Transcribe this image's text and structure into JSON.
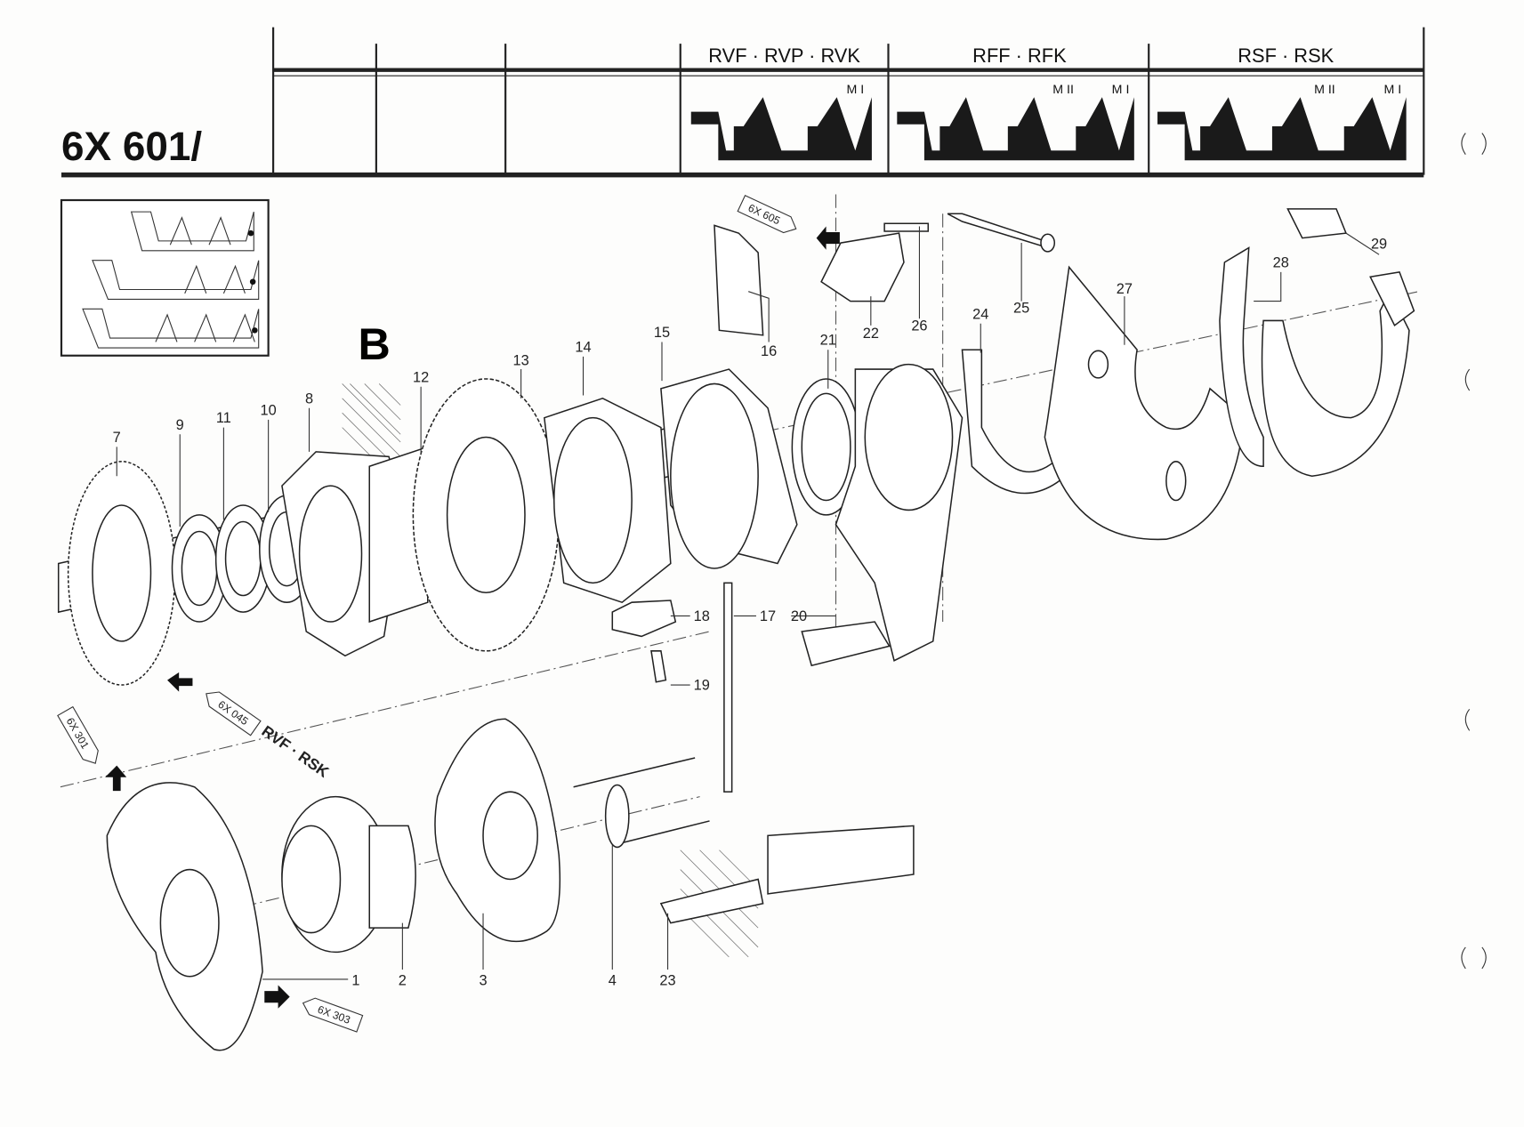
{
  "header": {
    "title": "6X 601/",
    "columns": [
      {
        "label": "RVF · RVP · RVK",
        "variants": [
          "M I"
        ]
      },
      {
        "label": "RFF · RFK",
        "variants": [
          "M II",
          "M I"
        ]
      },
      {
        "label": "RSF · RSK",
        "variants": [
          "M II",
          "M I"
        ]
      }
    ]
  },
  "diagram": {
    "section_letter": "B",
    "callouts": [
      "1",
      "2",
      "3",
      "4",
      "7",
      "8",
      "9",
      "10",
      "11",
      "12",
      "13",
      "14",
      "15",
      "16",
      "17",
      "18",
      "19",
      "20",
      "21",
      "22",
      "23",
      "24",
      "25",
      "26",
      "27",
      "28",
      "29"
    ],
    "reference_tags": [
      "6X 605",
      "6X 045",
      "6X 301",
      "6X 303"
    ],
    "variant_note": "RVF · RSK"
  }
}
